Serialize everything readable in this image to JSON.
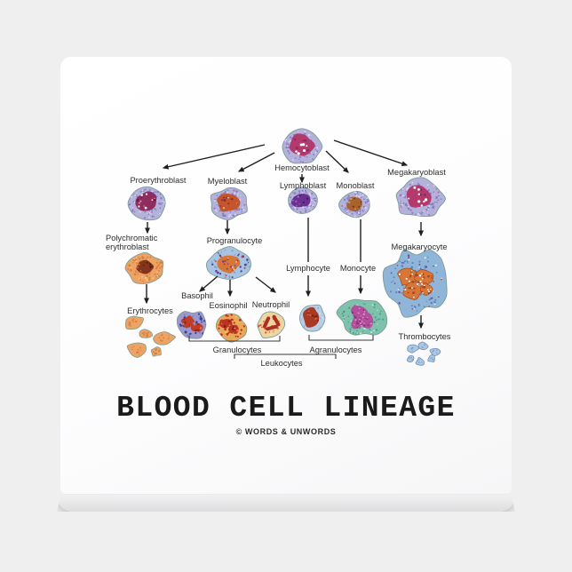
{
  "product": {
    "background_color": "#efeff0",
    "magnet_face_color": "#fdfdfe"
  },
  "title": {
    "text": "BLOOD CELL LINEAGE",
    "credit": "© WORDS & UNWORDS"
  },
  "diagram": {
    "labels": {
      "hemocytoblast": "Hemocytoblast",
      "proerythroblast": "Proerythroblast",
      "myeloblast": "Myeloblast",
      "lymphoblast": "Lymphoblast",
      "monoblast": "Monoblast",
      "megakaryoblast": "Megakaryoblast",
      "polychromatic_line1": "Polychromatic",
      "polychromatic_line2": "erythroblast",
      "progranulocyte": "Progranulocyte",
      "erythrocytes": "Erythrocytes",
      "basophil": "Basophil",
      "eosinophil": "Eosinophil",
      "neutrophil": "Neutrophil",
      "lymphocyte": "Lymphocyte",
      "monocyte": "Monocyte",
      "megakaryocyte": "Megakaryocyte",
      "thrombocytes": "Thrombocytes",
      "granulocytes": "Granulocytes",
      "agranulocytes": "Agranulocytes",
      "leukocytes": "Leukocytes"
    },
    "lineage_edges": [
      [
        "Hemocytoblast",
        "Proerythroblast"
      ],
      [
        "Hemocytoblast",
        "Myeloblast"
      ],
      [
        "Hemocytoblast",
        "Lymphoblast"
      ],
      [
        "Hemocytoblast",
        "Monoblast"
      ],
      [
        "Hemocytoblast",
        "Megakaryoblast"
      ],
      [
        "Proerythroblast",
        "Polychromatic erythroblast"
      ],
      [
        "Polychromatic erythroblast",
        "Erythrocytes"
      ],
      [
        "Myeloblast",
        "Progranulocyte"
      ],
      [
        "Progranulocyte",
        "Basophil"
      ],
      [
        "Progranulocyte",
        "Eosinophil"
      ],
      [
        "Progranulocyte",
        "Neutrophil"
      ],
      [
        "Lymphoblast",
        "Lymphocyte"
      ],
      [
        "Monoblast",
        "Monocyte"
      ],
      [
        "Megakaryoblast",
        "Megakaryocyte"
      ],
      [
        "Megakaryocyte",
        "Thrombocytes"
      ]
    ],
    "groupings": {
      "granulocytes": [
        "Basophil",
        "Eosinophil",
        "Neutrophil"
      ],
      "agranulocytes": [
        "Lymphocyte",
        "Monocyte"
      ],
      "leukocytes": [
        "Granulocytes",
        "Agranulocytes"
      ]
    },
    "cell_colors": {
      "cell_outline": "#7f9a99",
      "lavender_cytoplasm": "#b4b1da",
      "lavender_dot": "#8581c4",
      "light_dot": "#dcdaf0",
      "magenta_nucleus": "#b23a6e",
      "dark_magenta": "#8c2a56",
      "maroon_nucleus": "#8f2d5e",
      "orange_red_nucleus": "#c4552c",
      "purple_nucleus": "#6a3191",
      "brown_nucleus": "#a8622e",
      "orange_cytoplasm": "#eda364",
      "orange_dot": "#d57f3a",
      "red_brown_nucleus": "#84341d",
      "blue_cytoplasm": "#a9c4e0",
      "blue_dot": "#7da3cc",
      "purple_granule": "#5b3f9e",
      "orange_core": "#d8763a",
      "basophil_body": "#9d99cf",
      "navy_granule": "#3a3f96",
      "red_nucleus": "#bf3c26",
      "eosinophil_body": "#e9a857",
      "crimson_granule": "#c03424",
      "neutrophil_body": "#eed5a0",
      "rod_nucleus": "#ad2f22",
      "lymphocyte_body": "#b5cfe9",
      "brick_nucleus": "#a93a24",
      "monocyte_body": "#7fc2ac",
      "teal_dot": "#4d9d86",
      "magenta_lobed_nucleus": "#b44f9f",
      "megakaryocyte_body": "#8fb6d9",
      "thrombocyte_body": "#aec8e4",
      "arrow_color": "#1f1f1f"
    }
  }
}
